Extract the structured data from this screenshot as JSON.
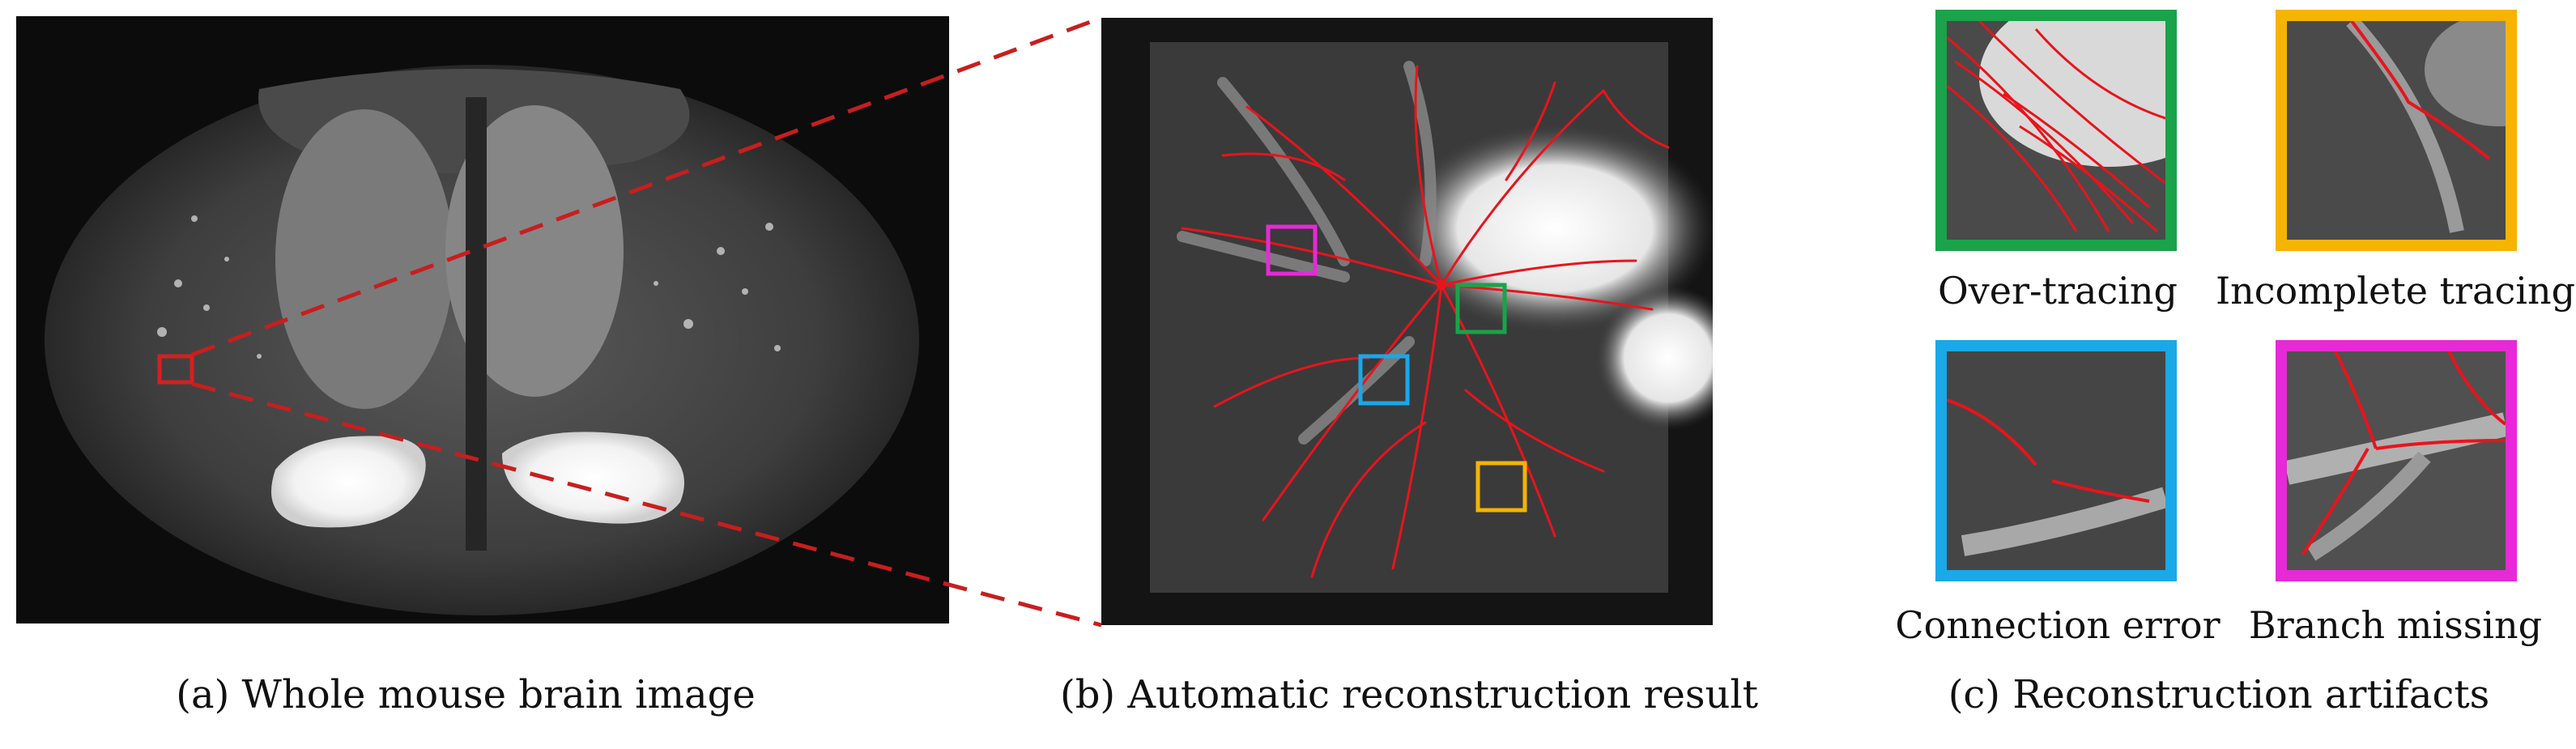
{
  "panels": {
    "a": {
      "caption": "(a) Whole mouse brain image"
    },
    "b": {
      "caption": "(b) Automatic reconstruction result"
    },
    "c": {
      "caption": "(c) Reconstruction artifacts"
    }
  },
  "artifacts": [
    {
      "label": "Over-tracing",
      "color": "#1aa34a"
    },
    {
      "label": "Incomplete tracing",
      "color": "#f5b400"
    },
    {
      "label": "Connection error",
      "color": "#19a8e8"
    },
    {
      "label": "Branch missing",
      "color": "#e52ad6"
    }
  ],
  "colors": {
    "trace": "#e8141c",
    "connector": "#c81e1e"
  }
}
